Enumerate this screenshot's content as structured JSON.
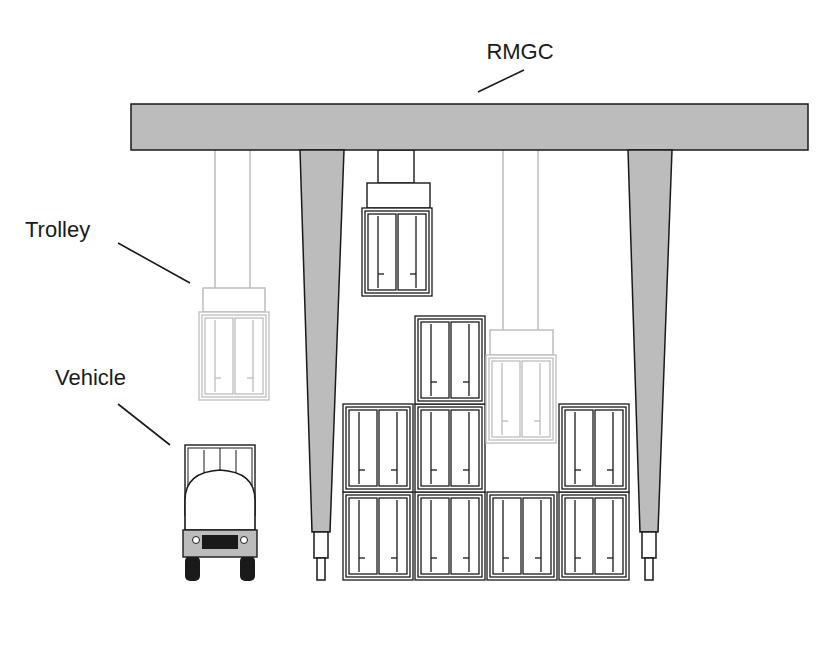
{
  "diagram": {
    "labels": [
      "RMGC",
      "Trolley",
      "Vehicle"
    ]
  }
}
